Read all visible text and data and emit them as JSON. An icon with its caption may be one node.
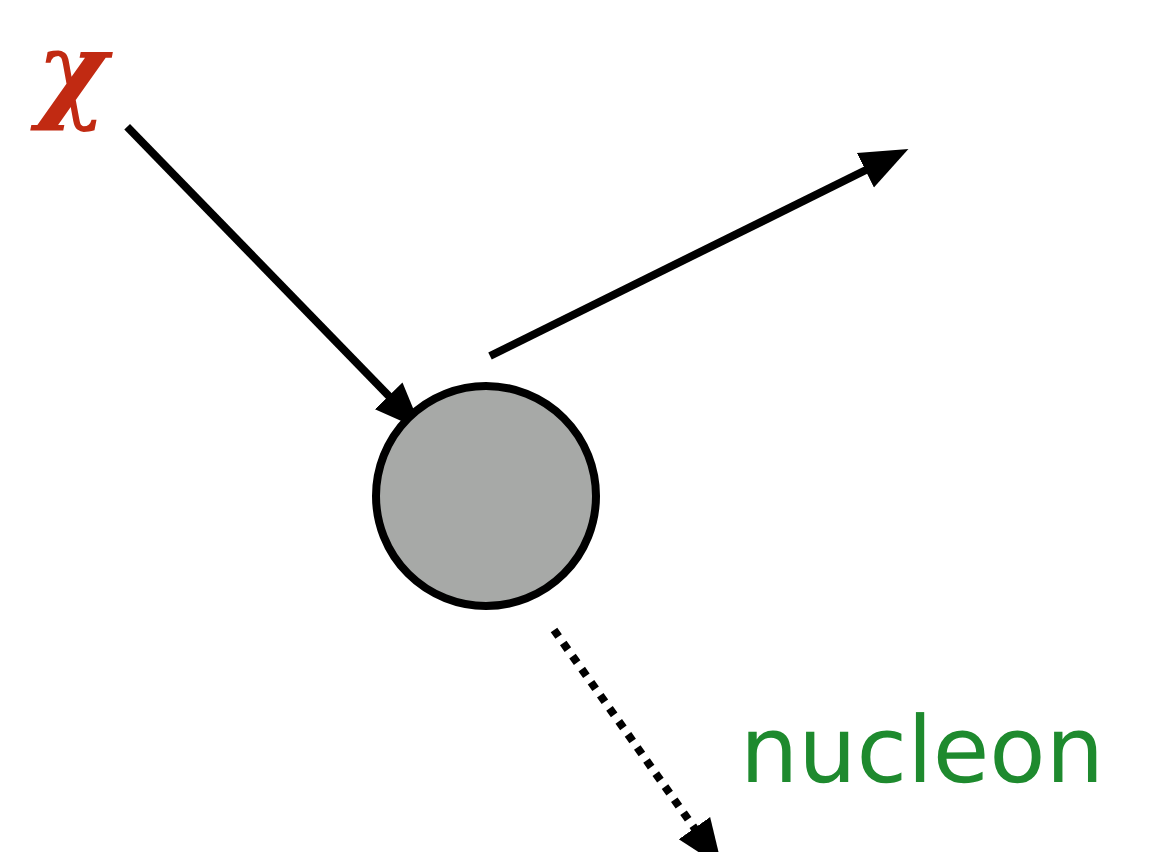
{
  "diagram": {
    "nodes": [
      {
        "text": [
          "χ"
        ]
      },
      {
        "text": [],
        "shape": "circle"
      }
    ],
    "edges": [
      {
        "from": 0,
        "to": 1,
        "arrow": "to"
      },
      {
        "from": 1,
        "to": null,
        "arrow": "to"
      },
      {
        "from": 1,
        "to": null,
        "arrow": "to",
        "style": "dashed",
        "label": "nucleon"
      }
    ]
  }
}
